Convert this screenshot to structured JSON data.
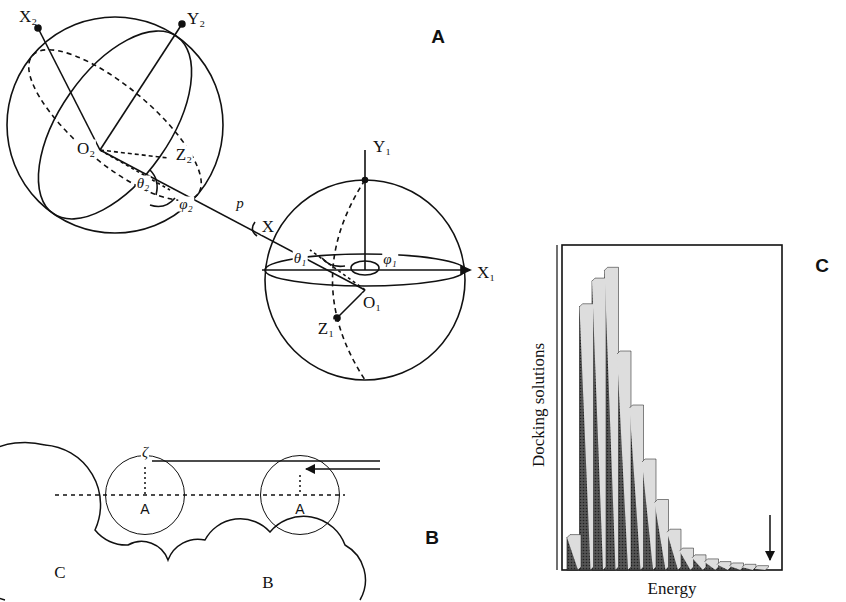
{
  "diagram": {
    "nodes": [
      {
        "text": [
          "A"
        ]
      },
      {
        "text": [
          "A"
        ]
      }
    ],
    "labels": [
      "A",
      "X₂",
      "Y₂",
      "O₂",
      "Z₂",
      "θ₂",
      "φ₂",
      "p",
      "X",
      "Y₁",
      "X₁",
      "O₁",
      "Z₁",
      "θ₁",
      "φ₁",
      "ζ",
      "C",
      "B",
      "B",
      "C",
      "Docking solutions",
      "Energy"
    ]
  }
}
